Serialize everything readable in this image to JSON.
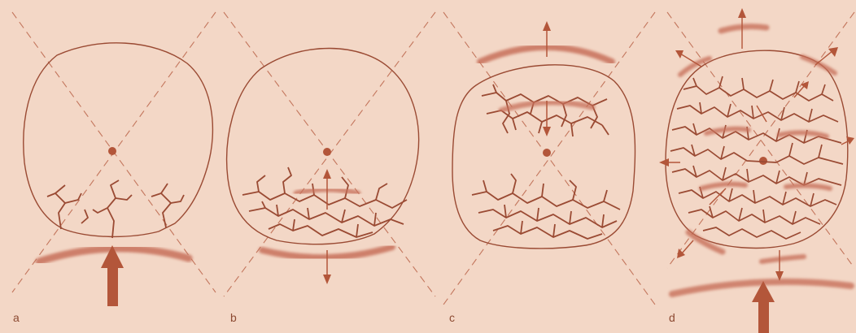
{
  "panels": [
    {
      "label": "a"
    },
    {
      "label": "b"
    },
    {
      "label": "c"
    },
    {
      "label": "d"
    }
  ],
  "colors": {
    "background": "#f3d7c6",
    "ink": "#b3563a",
    "outline": "#9a4a33",
    "band": "#c7705a"
  }
}
